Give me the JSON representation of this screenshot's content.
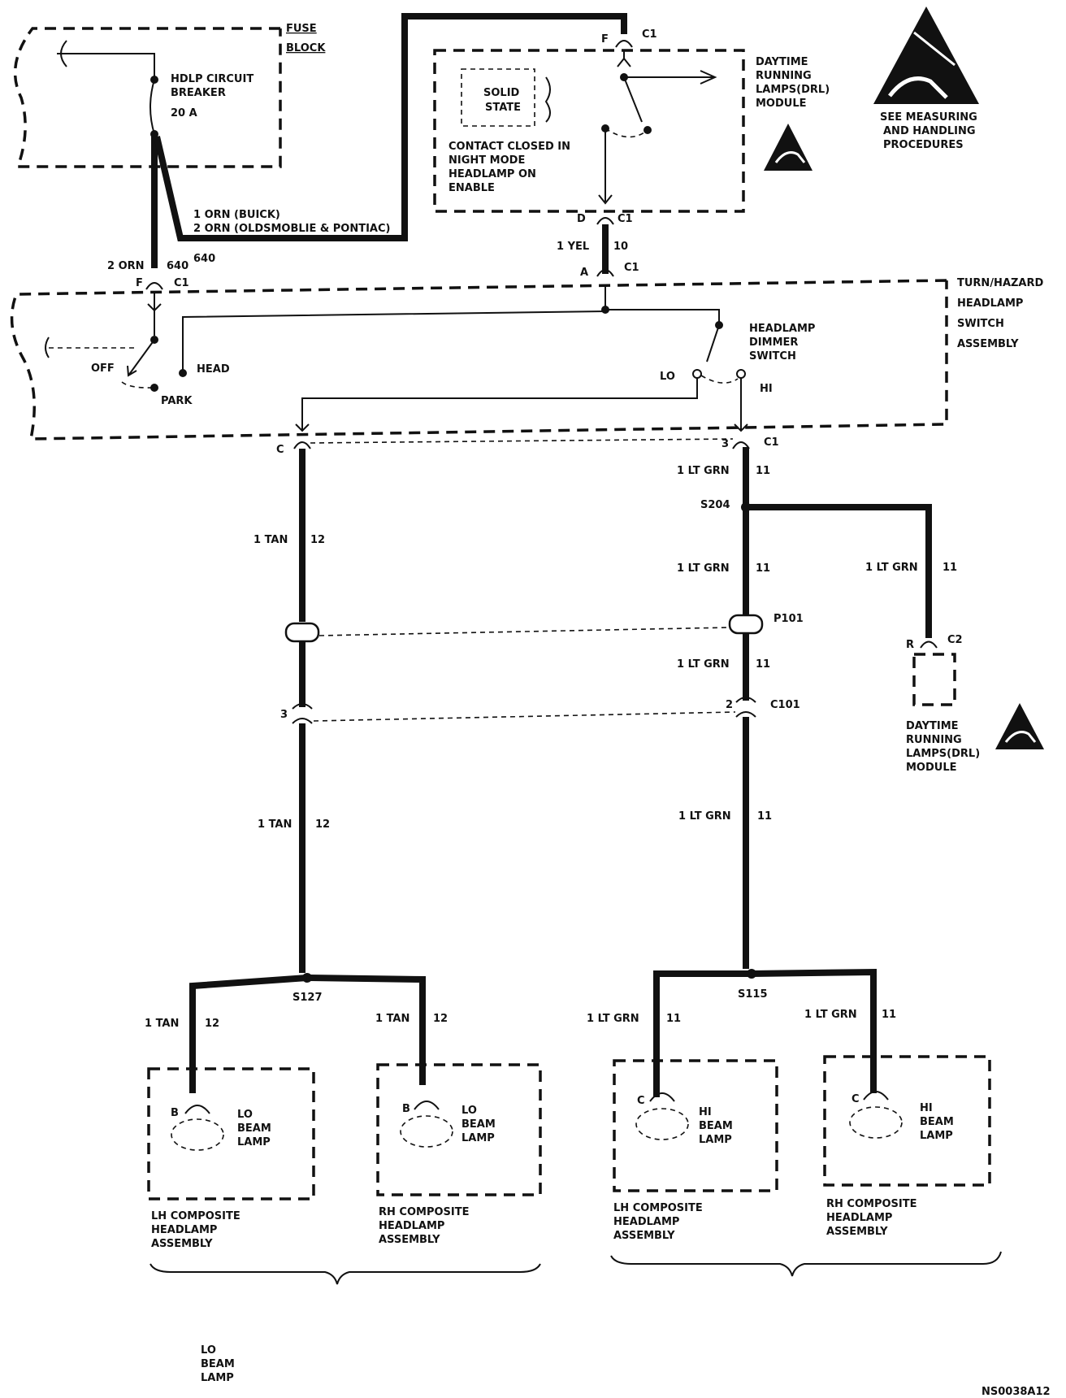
{
  "fuse_block": {
    "line1": "FUSE",
    "line2": "BLOCK",
    "breaker": [
      "HDLP CIRCUIT",
      "BREAKER",
      "20 A"
    ]
  },
  "feed_labels": {
    "buick": "1 ORN (BUICK)",
    "olds_pontiac": "2 ORN (OLDSMOBLIE & PONTIAC)",
    "orn": "2 ORN",
    "circuit_640": "640"
  },
  "connectors": {
    "F": "F",
    "C1": "C1",
    "D": "D",
    "A": "A",
    "C": "C",
    "three": "3",
    "two": "2",
    "R": "R",
    "C2": "C2",
    "C101": "C101",
    "P101": "P101",
    "B": "B"
  },
  "drl_module": {
    "title": [
      "DAYTIME",
      "RUNNING",
      "LAMPS(DRL)",
      "MODULE"
    ],
    "solid_state": [
      "SOLID",
      "STATE"
    ],
    "contact_note": [
      "CONTACT CLOSED IN",
      "NIGHT MODE",
      "HEADLAMP ON",
      "ENABLE"
    ]
  },
  "esd_notice": [
    "SEE MEASURING",
    "AND HANDLING",
    "PROCEDURES"
  ],
  "switch_assembly": {
    "title": [
      "TURN/HAZARD",
      "HEADLAMP",
      "SWITCH",
      "ASSEMBLY"
    ],
    "off": "OFF",
    "park": "PARK",
    "head": "HEAD",
    "dimmer": [
      "HEADLAMP",
      "DIMMER",
      "SWITCH"
    ],
    "lo": "LO",
    "hi": "HI"
  },
  "wires": {
    "yel": "1 YEL",
    "yel_circuit": "10",
    "tan": "1 TAN",
    "tan_circuit": "12",
    "grn": "1 LT GRN",
    "grn_circuit": "11"
  },
  "splices": {
    "s204": "S204",
    "s127": "S127",
    "s115": "S115"
  },
  "lamps": {
    "lo": [
      "LO",
      "BEAM",
      "LAMP"
    ],
    "hi": [
      "HI",
      "BEAM",
      "LAMP"
    ],
    "lh": [
      "LH COMPOSITE",
      "HEADLAMP",
      "ASSEMBLY"
    ],
    "rh": [
      "RH COMPOSITE",
      "HEADLAMP",
      "ASSEMBLY"
    ]
  },
  "footer": {
    "lo_beam": [
      "LO",
      "BEAM",
      "LAMP"
    ],
    "figure_id": "NS0038A12"
  }
}
